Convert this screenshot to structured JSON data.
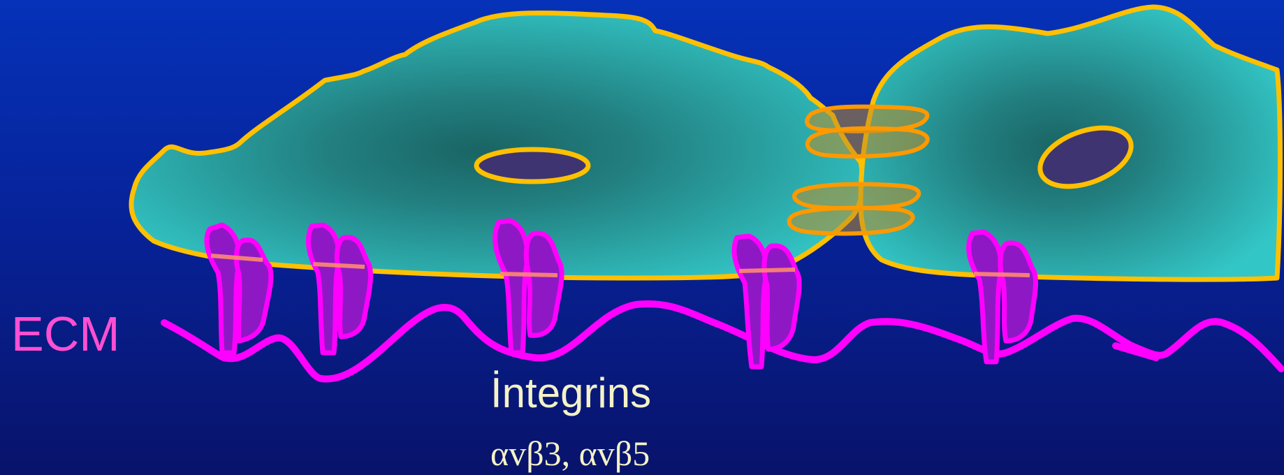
{
  "labels": {
    "ecm": "ECM",
    "integrins": "İntegrins",
    "integrin_types": "αvβ3, αvβ5"
  },
  "colors": {
    "background_top": "#0532b8",
    "background_bottom": "#08136a",
    "cell_fill": "#33c6c6",
    "cell_center": "#1a6464",
    "cell_outline": "#ffc000",
    "nucleus_fill": "#3f3472",
    "ecm_fiber": "#ff00ff",
    "integrin_fill": "#8e19c4",
    "junction": "#ff9900",
    "label_ecm": "#ff4fd2",
    "label_text": "#f4f2c6"
  },
  "icons": {
    "cell": "cell-shape",
    "nucleus": "ellipse",
    "integrin": "receptor-dimer",
    "cell_junction": "ring-stack"
  }
}
